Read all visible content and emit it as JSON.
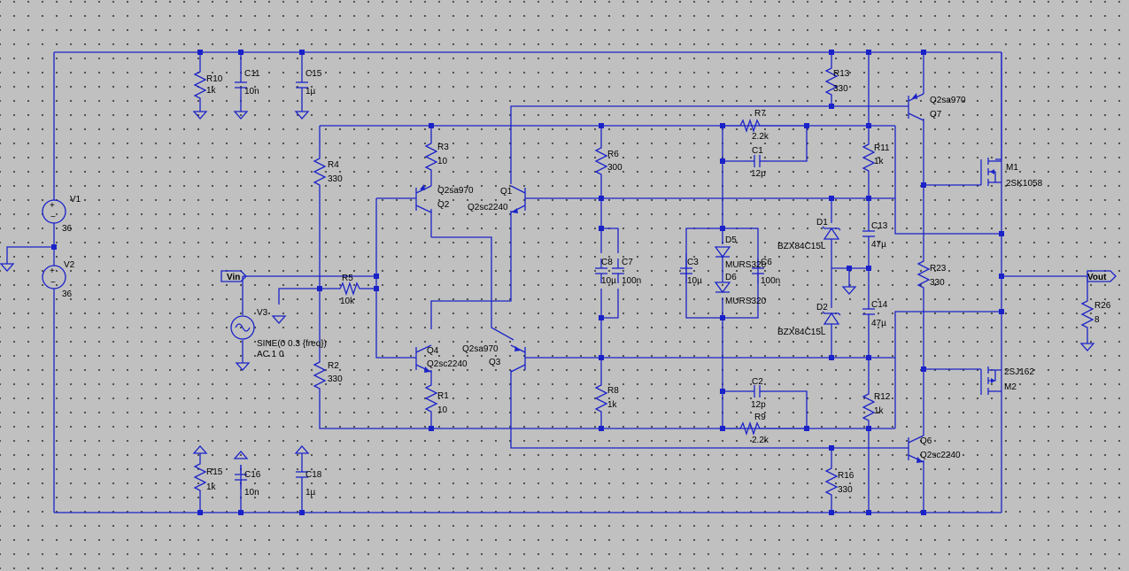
{
  "components": {
    "R10": {
      "name": "R10",
      "value": "1k"
    },
    "C11": {
      "name": "C11",
      "value": "10n"
    },
    "C15": {
      "name": "C15",
      "value": "1µ"
    },
    "R13": {
      "name": "R13",
      "value": "330"
    },
    "Q7": {
      "name": "Q7",
      "model": "Q2sa970"
    },
    "R7": {
      "name": "R7",
      "value": "2.2k"
    },
    "C1": {
      "name": "C1",
      "value": "12p"
    },
    "R11": {
      "name": "R11",
      "value": "1k"
    },
    "M1": {
      "name": "M1",
      "model": "2SK1058"
    },
    "R3": {
      "name": "R3",
      "value": "10"
    },
    "R6": {
      "name": "R6",
      "value": "300"
    },
    "R4": {
      "name": "R4",
      "value": "330"
    },
    "Q2": {
      "name": "Q2",
      "model": "Q2sa970"
    },
    "Q1": {
      "name": "Q1",
      "model": "Q2sc2240"
    },
    "V1": {
      "name": "V1",
      "value": "36"
    },
    "V2": {
      "name": "V2",
      "value": "36"
    },
    "D1": {
      "name": "D1",
      "model": "BZX84C15L"
    },
    "D2": {
      "name": "D2",
      "model": "BZX84C15L"
    },
    "D5": {
      "name": "D5",
      "model": "MURS320"
    },
    "D6": {
      "name": "D6",
      "model": "MURS320"
    },
    "C13": {
      "name": "C13",
      "value": "47µ"
    },
    "C14": {
      "name": "C14",
      "value": "47µ"
    },
    "C8": {
      "name": "C8",
      "value": "10µ"
    },
    "C7": {
      "name": "C7",
      "value": "100n"
    },
    "C3": {
      "name": "C3",
      "value": "10µ"
    },
    "C6": {
      "name": "C6",
      "value": "100n"
    },
    "R5": {
      "name": "R5",
      "value": "10k"
    },
    "V3": {
      "name": "V3",
      "value": "SINE(0 0.3 {freq})",
      "ac": "AC 1 0"
    },
    "R23": {
      "name": "R23",
      "value": "330"
    },
    "R26": {
      "name": "R26",
      "value": "8"
    },
    "Q4": {
      "name": "Q4",
      "model": "Q2sc2240"
    },
    "Q3": {
      "name": "Q3",
      "model": "Q2sa970"
    },
    "R2": {
      "name": "R2",
      "value": "330"
    },
    "R1": {
      "name": "R1",
      "value": "10"
    },
    "R8": {
      "name": "R8",
      "value": "1k"
    },
    "C2": {
      "name": "C2",
      "value": "12p"
    },
    "R9": {
      "name": "R9",
      "value": "2.2k"
    },
    "R12": {
      "name": "R12",
      "value": "1k"
    },
    "M2": {
      "name": "M2",
      "model": "2SJ162"
    },
    "Q6": {
      "name": "Q6",
      "model": "Q2sc2240"
    },
    "R15": {
      "name": "R15",
      "value": "1k"
    },
    "C16": {
      "name": "C16",
      "value": "10n"
    },
    "C18": {
      "name": "C18",
      "value": "1µ"
    },
    "R16": {
      "name": "R16",
      "value": "330"
    }
  },
  "nets": {
    "vin": "Vin",
    "vout": "Vout"
  },
  "colors": {
    "background": "#c0c0c0",
    "grid": "#454545",
    "wire": "#1a22c8",
    "text": "#000000"
  }
}
